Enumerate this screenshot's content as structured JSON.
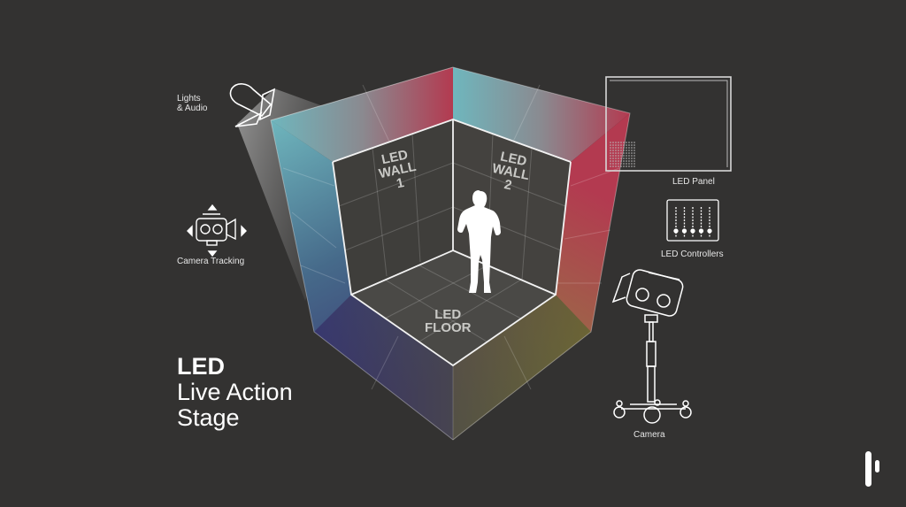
{
  "title": {
    "line1": "LED",
    "line2": "Live Action",
    "line3": "Stage"
  },
  "labels": {
    "lights_audio_1": "Lights",
    "lights_audio_2": "& Audio",
    "camera_tracking": "Camera Tracking",
    "led_panel": "LED Panel",
    "led_controllers": "LED Controllers",
    "camera": "Camera"
  },
  "walls": {
    "wall1_a": "LED",
    "wall1_b": "WALL",
    "wall1_c": "1",
    "wall2_a": "LED",
    "wall2_b": "WALL",
    "wall2_c": "2",
    "floor_a": "LED",
    "floor_b": "FLOOR"
  },
  "colors": {
    "background": "#333231",
    "cyan": "#6cc3cc",
    "red": "#c0304a",
    "green": "#a6d24a",
    "purple": "#6b3fb0"
  }
}
